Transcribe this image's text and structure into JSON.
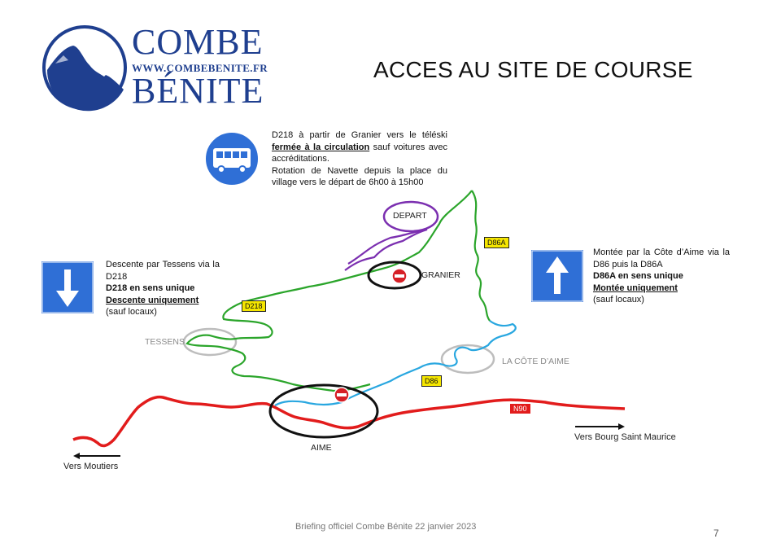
{
  "logo": {
    "line1": "COMBE",
    "url": "WWW.COMBEBENITE.FR",
    "line2": "BÉNITE"
  },
  "title": "ACCES AU SITE DE COURSE",
  "bus_note": {
    "line_intro": "D218 à partir de Granier vers le téléski",
    "closed": "fermée à la circulation",
    "closed_rest": " sauf voitures avec accréditations.",
    "shuttle": "Rotation de Navette depuis la place du village vers le départ de 6h00 à 15h00"
  },
  "left_note": {
    "line1": "Descente par Tessens via la D218",
    "line2": "D218 en sens unique",
    "line3": "Descente uniquement",
    "line4": "(sauf locaux)"
  },
  "right_note": {
    "line1": "Montée par la Côte d’Aime via la D86 puis la D86A",
    "line2": "D86A en sens unique",
    "line3": "Montée uniquement",
    "line4": "(sauf locaux)"
  },
  "map": {
    "depart": "DEPART",
    "granier": "GRANIER",
    "tessens": "TESSENS",
    "cote_aime": "LA CÔTE D’AIME",
    "aime": "AIME",
    "road_d218": "D218",
    "road_d86a": "D86A",
    "road_d86": "D86",
    "road_n90": "N90",
    "to_bourg": "Vers Bourg Saint Maurice",
    "to_moutiers": "Vers Moutiers",
    "colors": {
      "d218": "#2ba52b",
      "d86": "#29a7e0",
      "n90": "#e21c1c",
      "shuttle": "#7b2fb0",
      "sign_blue": "#2f6fd6"
    }
  },
  "footer": "Briefing officiel Combe Bénite 22 janvier 2023",
  "page_number": "7"
}
